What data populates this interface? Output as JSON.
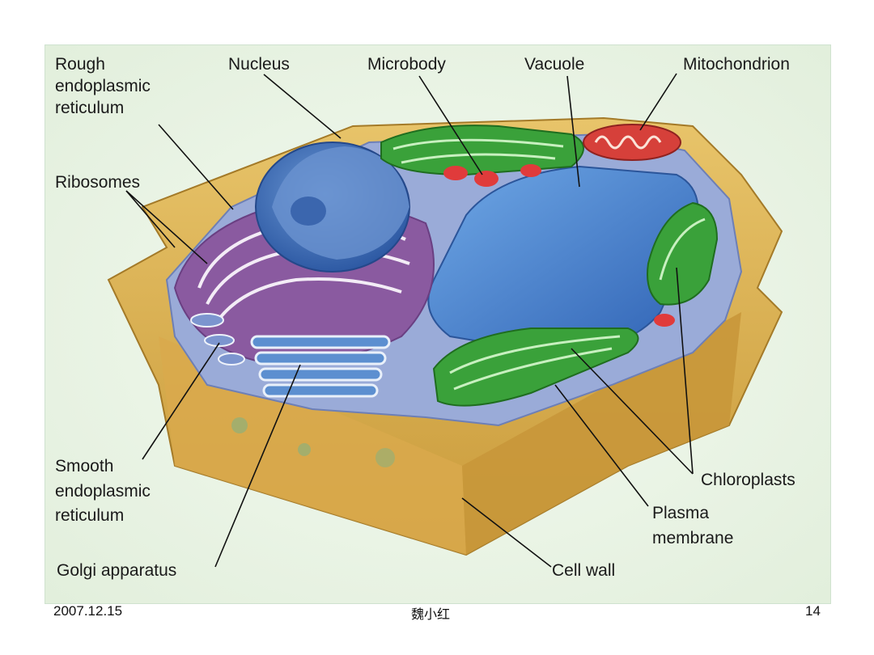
{
  "labels": {
    "rough_er": [
      "Rough",
      "endoplasmic",
      "reticulum"
    ],
    "nucleus": "Nucleus",
    "microbody": "Microbody",
    "vacuole": "Vacuole",
    "mitochondrion": "Mitochondrion",
    "ribosomes": "Ribosomes",
    "smooth_er": [
      "Smooth",
      "endoplasmic",
      "reticulum"
    ],
    "golgi": "Golgi apparatus",
    "chloroplasts": "Chloroplasts",
    "plasma_membrane": [
      "Plasma",
      "membrane"
    ],
    "cell_wall": "Cell wall"
  },
  "footer": {
    "date": "2007.12.15",
    "author": "魏小红",
    "page": "14"
  },
  "colors": {
    "cell_wall": "#e0b352",
    "cytoplasm": "#8e9fd0",
    "vacuole": "#3f7fd0",
    "nucleus": "#3f6fb8",
    "chloroplast": "#3aa13a",
    "mitochondrion": "#d6403a",
    "er": "#8a5aa0",
    "background": "#eaf4e6"
  }
}
